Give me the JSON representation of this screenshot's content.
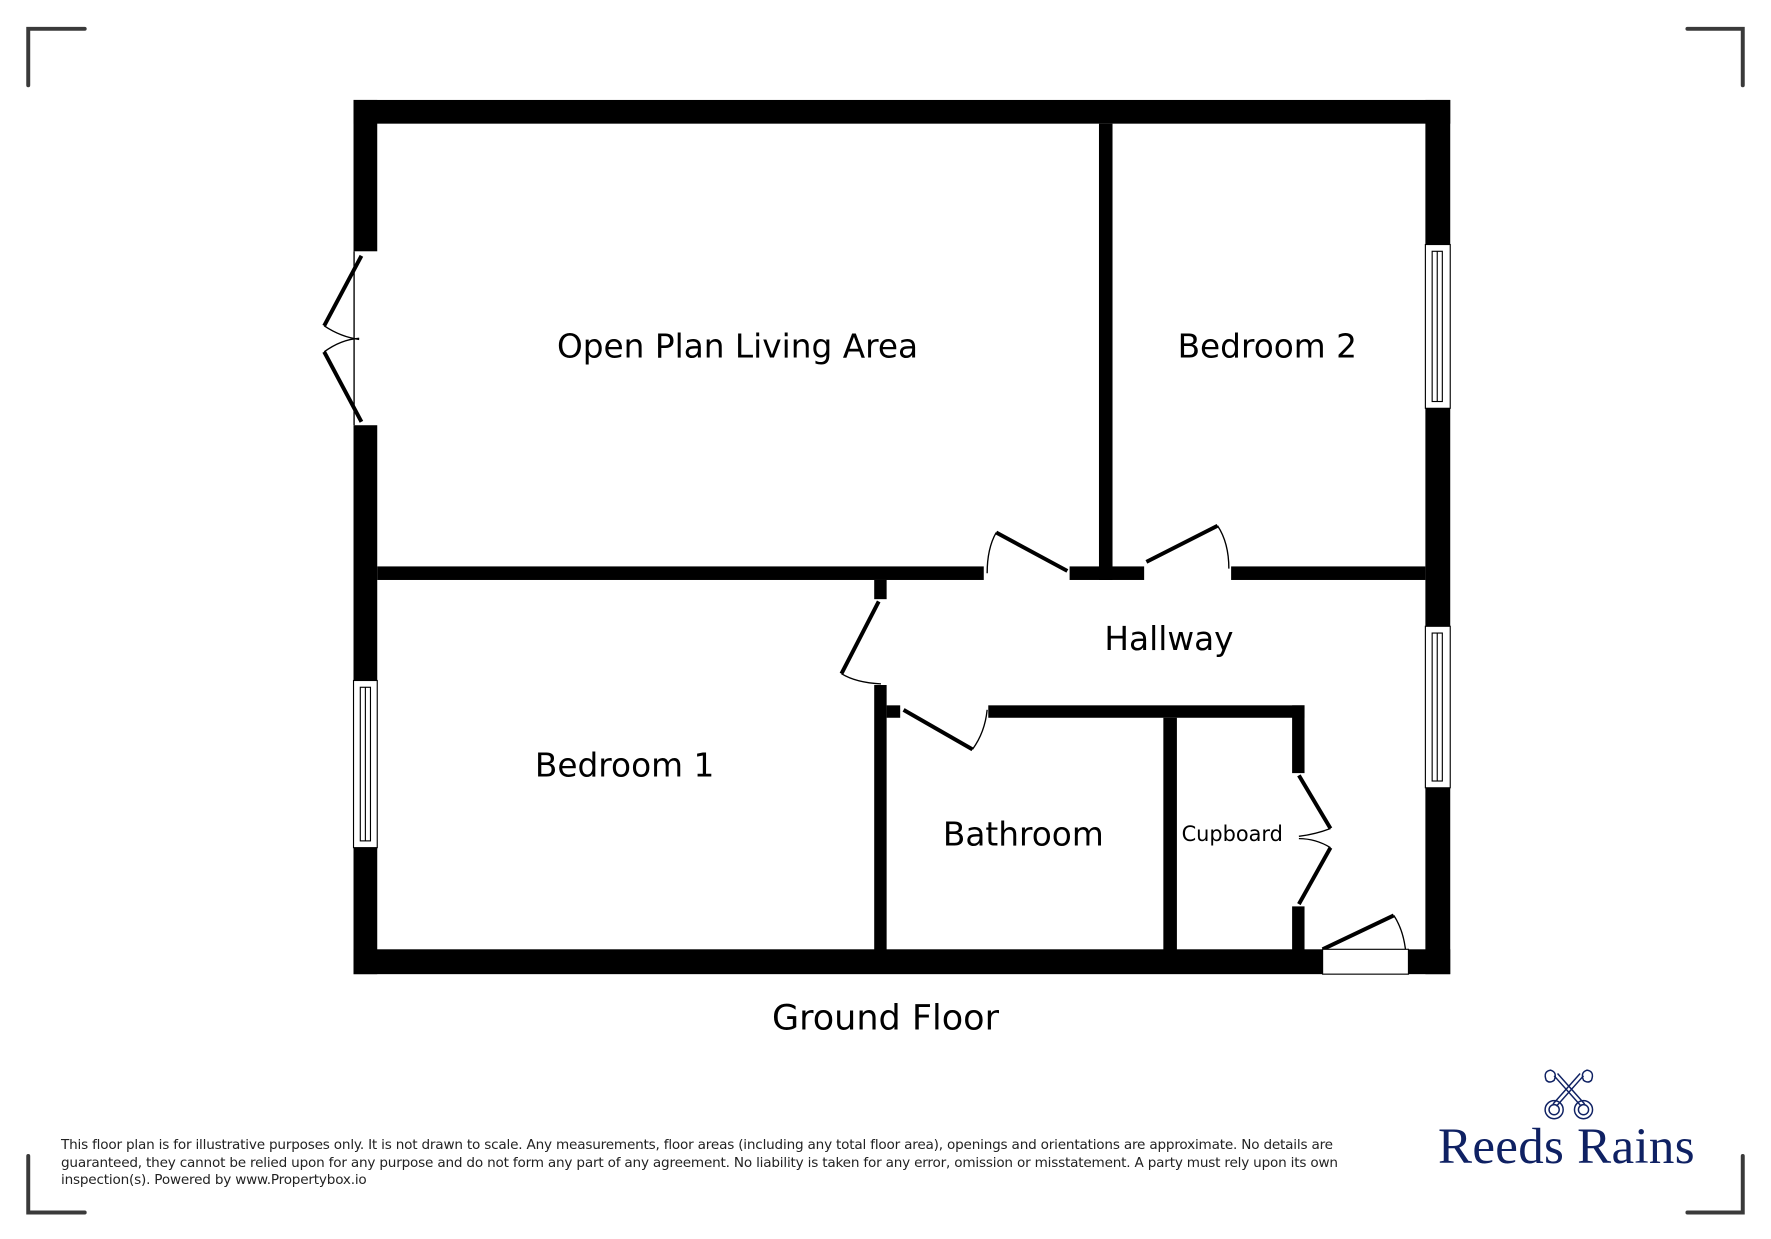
{
  "plan": {
    "floor_label": "Ground Floor",
    "rooms": [
      {
        "name": "Open Plan Living Area"
      },
      {
        "name": "Bedroom 2"
      },
      {
        "name": "Hallway"
      },
      {
        "name": "Bedroom 1"
      },
      {
        "name": "Bathroom"
      },
      {
        "name": "Cupboard"
      }
    ]
  },
  "disclaimer": {
    "text": "This floor plan is for illustrative purposes only. It is not drawn to scale. Any measurements, floor areas (including any total floor area), openings and orientations are approximate. No details are guaranteed, they cannot be relied upon for any purpose and do not form any part of any agreement. No liability is taken for any error, omission or misstatement. A party must rely upon its own inspection(s). Powered by www.Propertybox.io"
  },
  "branding": {
    "logo_text": "Reeds Rains",
    "logo_icon": "crossed-keys-icon",
    "brand_color": "#0f2163"
  },
  "colors": {
    "wall": "#000000",
    "corner_mark": "#3a3a3a",
    "background": "#ffffff"
  }
}
